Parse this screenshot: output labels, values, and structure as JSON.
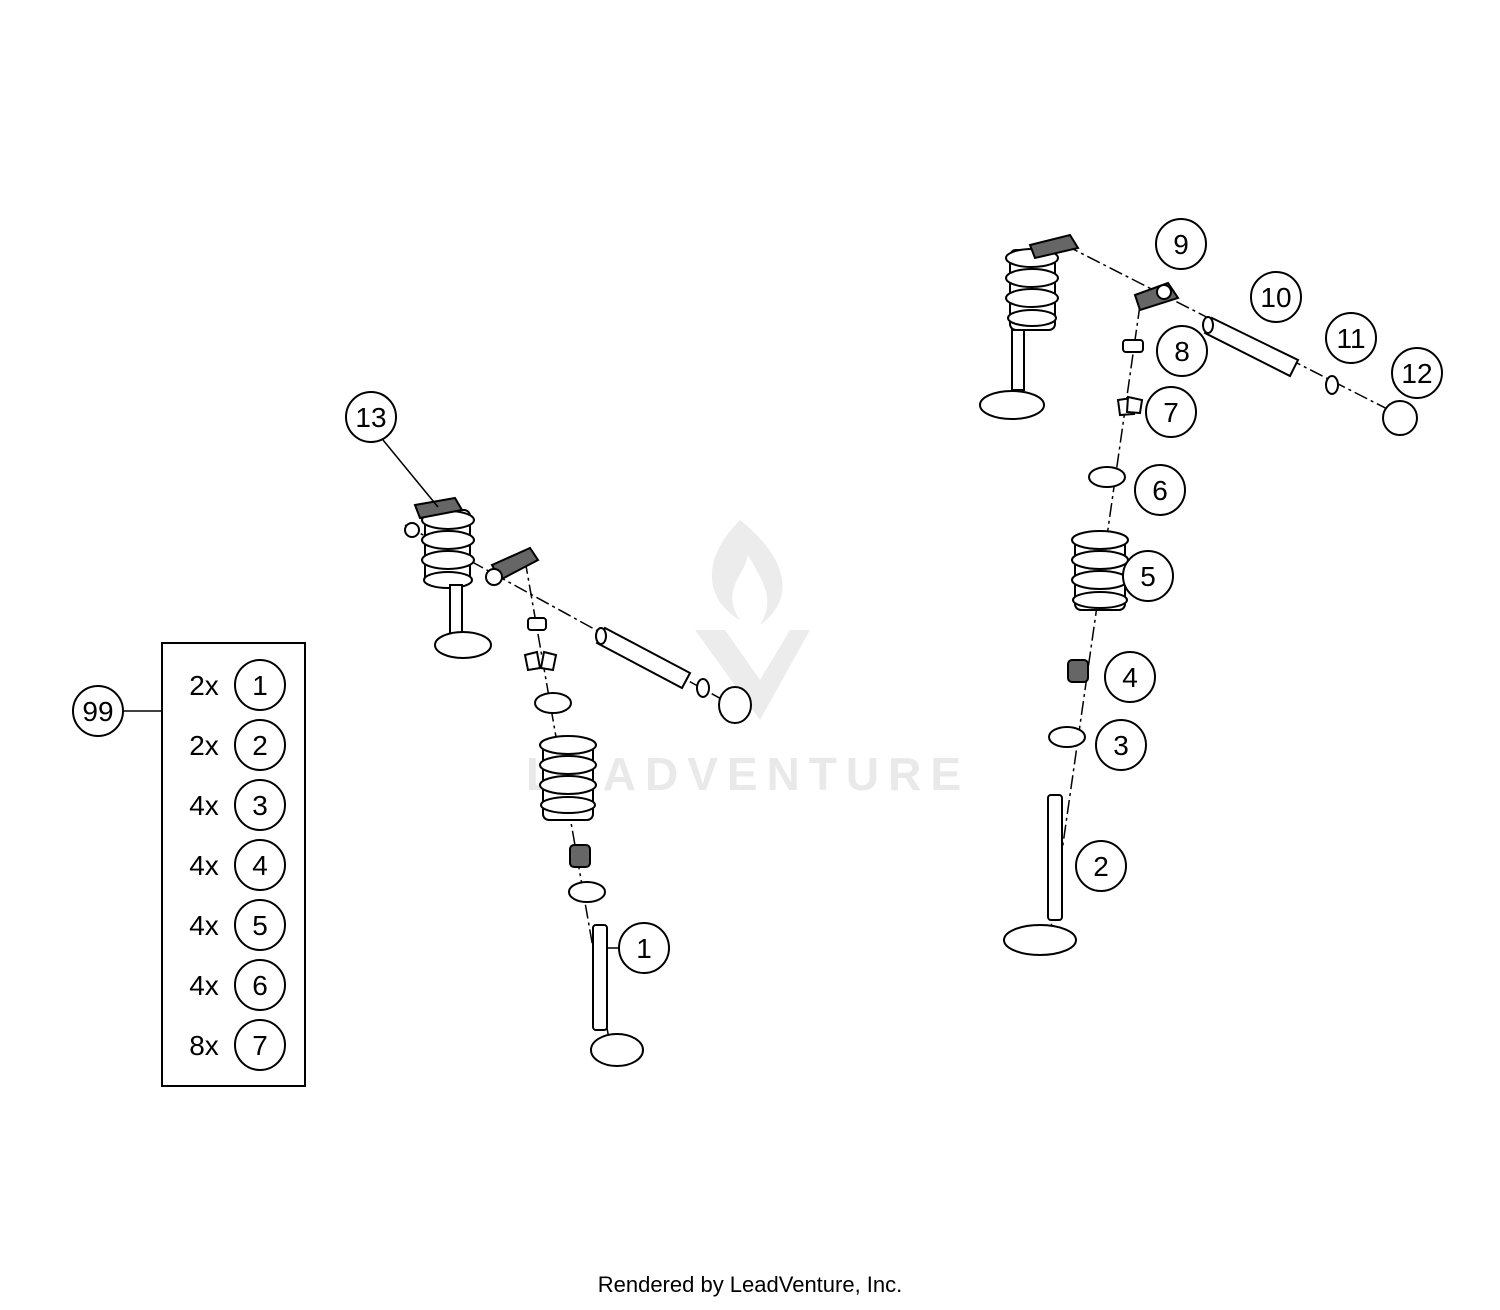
{
  "callouts": {
    "c1": "1",
    "c2": "2",
    "c3": "3",
    "c4": "4",
    "c5": "5",
    "c6": "6",
    "c7": "7",
    "c8": "8",
    "c9": "9",
    "c10": "10",
    "c11": "11",
    "c12": "12",
    "c13": "13",
    "c99": "99"
  },
  "kit_table": {
    "rows": [
      {
        "qty": "2x",
        "ref": "1"
      },
      {
        "qty": "2x",
        "ref": "2"
      },
      {
        "qty": "4x",
        "ref": "3"
      },
      {
        "qty": "4x",
        "ref": "4"
      },
      {
        "qty": "4x",
        "ref": "5"
      },
      {
        "qty": "4x",
        "ref": "6"
      },
      {
        "qty": "8x",
        "ref": "7"
      }
    ]
  },
  "watermark": "LEADVENTURE",
  "footer": "Rendered by LeadVenture, Inc."
}
